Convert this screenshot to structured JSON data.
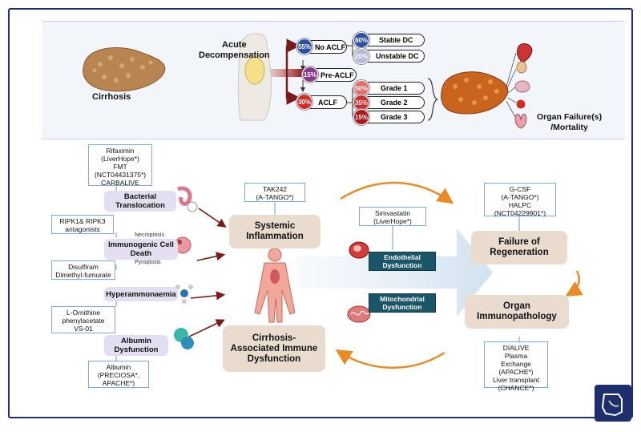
{
  "colors": {
    "frame": "#1f2f6e",
    "treatment_border": "#86a9d3",
    "lavender": "#e4dff0",
    "beige": "#e9dccf",
    "teal": "#1b5568",
    "dark_red": "#7a1a1a",
    "orange_arrow": "#e98a25",
    "badge_blue": "#2e4fa8",
    "badge_purple": "#8a3a8a",
    "badge_red": "#d42b2b"
  },
  "top": {
    "cirrhosis_label": "Cirrhosis",
    "acute_decomp_label": "Acute\nDecompensation",
    "no_aclf": {
      "pct": "55%",
      "label": "No ACLF"
    },
    "pre_aclf": {
      "pct": "15%",
      "label": "Pre-ACLF"
    },
    "aclf": {
      "pct": "30%",
      "label": "ACLF"
    },
    "stable_dc": {
      "pct": "80%",
      "label": "Stable DC"
    },
    "unstable_dc": {
      "pct": "20%",
      "label": "Unstable DC"
    },
    "grade1": {
      "pct": "50%",
      "label": "Grade 1"
    },
    "grade2": {
      "pct": "35%",
      "label": "Grade 2"
    },
    "grade3": {
      "pct": "15%",
      "label": "Grade 3"
    },
    "organ_failure_label": "Organ Failure(s)\n/Mortality"
  },
  "left": {
    "t_bacterial": "Rifaximin\n(LiverHope*)\nFMT\n(NCT04431375*)\nCARBALIVE",
    "bacterial": "Bacterial\nTranslocation",
    "t_ripk": "RIPK1& RIPK3\nantagonists",
    "necroptosis": "Necroptosis",
    "icd": "Immunogenic Cell\nDeath",
    "pyroptosis": "Pyroptosis",
    "t_disulfiram": "Disulfiram\nDimethyl-fumurate",
    "hyperammonaemia": "Hyperammonaemia",
    "t_ornithine": "L-Ornithine\nphenylacetate\nVS-01",
    "albumin_dys": "Albumin\nDysfunction",
    "t_albumin": "Albumin\n(PRECIOSA*,\nAPACHE*)"
  },
  "center": {
    "t_tak242": "TAK242\n(A-TANGO*)",
    "systemic": "Systemic\nInflammation",
    "caid": "Cirrhosis-\nAssociated Immune\nDysfunction",
    "t_simvastatin": "Simvastatin\n(LiverHope*)",
    "endothelial": "Endothelial\nDysfunction",
    "mitochondrial": "Mitochondrial\nDysfunction"
  },
  "right": {
    "t_gcsf": "G-CSF\n(A-TANGO*)\nHALPC\n(NCT04229901*)",
    "failure_regen": "Failure of\nRegeneration",
    "organ_immuno": "Organ\nImmunopathology",
    "t_dialive": "DIALIVE\nPlasma\nExchange\n(APACHE*)\nLiver transplant\n(CHANCE*)"
  }
}
